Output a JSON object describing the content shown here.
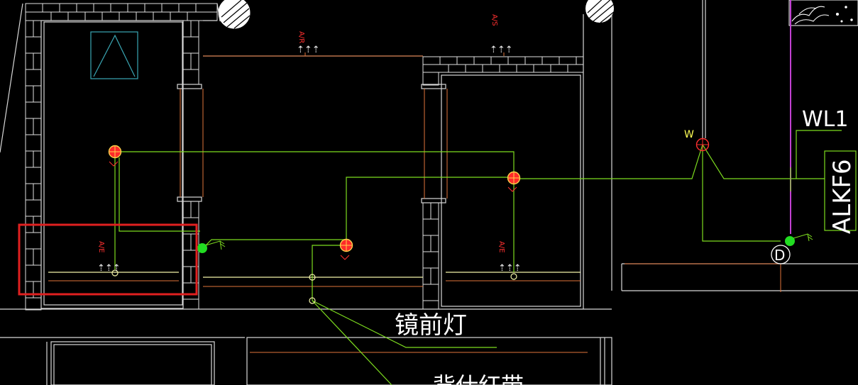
{
  "labels": {
    "circuit_wl1": "WL1",
    "panel_alkf6": "ALKF6",
    "mirror_light": "镜前灯",
    "bottom_text": "背仕红带",
    "switch_w": "W",
    "socket_top_mid": "A/R",
    "socket_top_right": "A/S",
    "socket_left": "A/E",
    "socket_right": "A/E"
  },
  "colors": {
    "background": "#000000",
    "wire": "#7ddc1f",
    "wall": "#d8d8d8",
    "pipe": "#e0743a",
    "highlight_box": "#e02020",
    "panel_line": "#c040d0",
    "fixture_center": "#ff2a2a",
    "fixture_ring": "#ffd24a",
    "switch_dot": "#22dd22"
  },
  "icons": {
    "ceiling_light": "ceiling-light-icon",
    "wall_switch": "wall-switch-icon",
    "socket": "socket-icon",
    "vent": "exhaust-vent-icon"
  }
}
